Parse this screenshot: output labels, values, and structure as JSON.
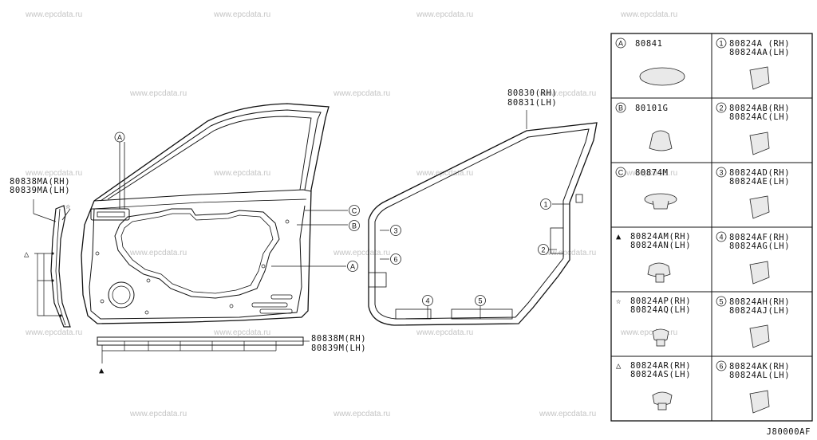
{
  "watermarks": [
    "www.epcdata.ru"
  ],
  "diagram_code": "J80000AF",
  "callouts": {
    "a": "A",
    "b": "B",
    "c": "C",
    "n1": "1",
    "n2": "2",
    "n3": "3",
    "n4": "4",
    "n5": "5",
    "n6": "6",
    "star": "☆",
    "tri_open": "△",
    "tri_fill": "▲"
  },
  "labels": {
    "weatherstrip_rh": "80830(RH)",
    "weatherstrip_lh": "80831(LH)",
    "seal_front_rh": "80838MA(RH)",
    "seal_front_lh": "80839MA(LH)",
    "seal_bottom_rh": "80838M(RH)",
    "seal_bottom_lh": "80839M(LH)"
  },
  "legend": [
    {
      "symbol": "A",
      "kind": "letter",
      "lines": [
        "80841"
      ]
    },
    {
      "symbol": "1",
      "kind": "number",
      "lines": [
        "80824A (RH)",
        "80824AA(LH)"
      ]
    },
    {
      "symbol": "B",
      "kind": "letter",
      "lines": [
        "80101G"
      ]
    },
    {
      "symbol": "2",
      "kind": "number",
      "lines": [
        "80824AB(RH)",
        "80824AC(LH)"
      ]
    },
    {
      "symbol": "C",
      "kind": "letter",
      "lines": [
        "80874M"
      ]
    },
    {
      "symbol": "3",
      "kind": "number",
      "lines": [
        "80824AD(RH)",
        "80824AE(LH)"
      ]
    },
    {
      "symbol": "▲",
      "kind": "glyph",
      "lines": [
        "80824AM(RH)",
        "80824AN(LH)"
      ]
    },
    {
      "symbol": "4",
      "kind": "number",
      "lines": [
        "80824AF(RH)",
        "80824AG(LH)"
      ]
    },
    {
      "symbol": "☆",
      "kind": "glyph",
      "lines": [
        "80824AP(RH)",
        "80824AQ(LH)"
      ]
    },
    {
      "symbol": "5",
      "kind": "number",
      "lines": [
        "80824AH(RH)",
        "80824AJ(LH)"
      ]
    },
    {
      "symbol": "△",
      "kind": "glyph",
      "lines": [
        "80824AR(RH)",
        "80824AS(LH)"
      ]
    },
    {
      "symbol": "6",
      "kind": "number",
      "lines": [
        "80824AK(RH)",
        "80824AL(LH)"
      ]
    }
  ]
}
